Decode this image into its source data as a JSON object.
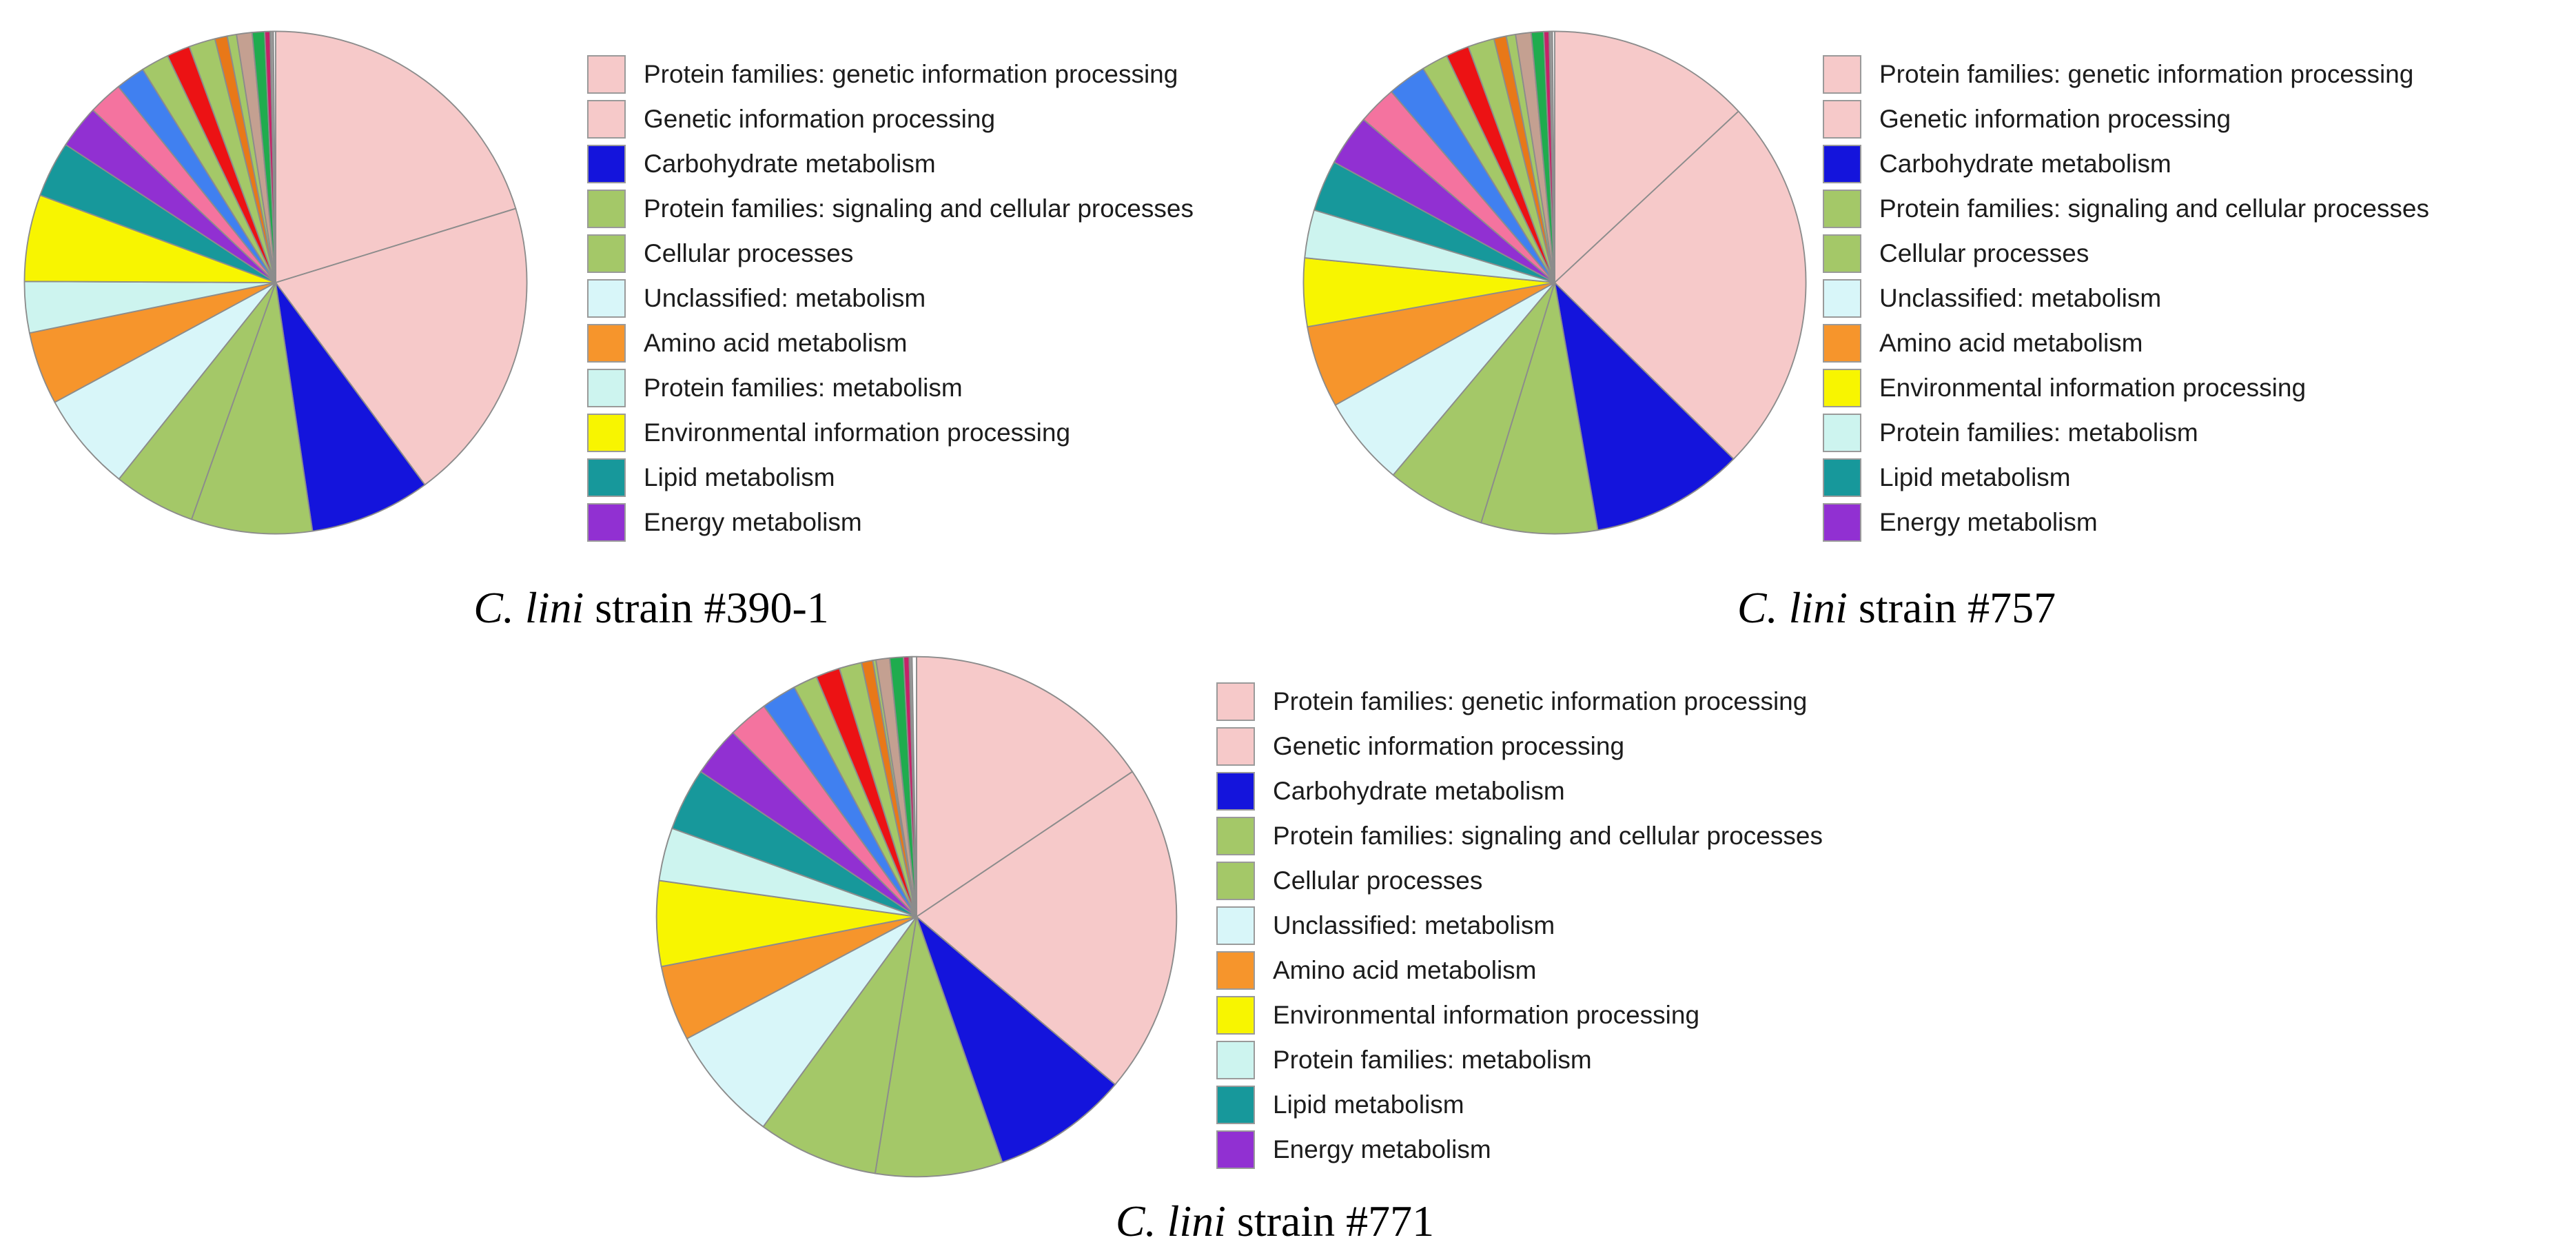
{
  "page": {
    "background": "#ffffff"
  },
  "chart_data": [
    {
      "type": "pie",
      "title_species": "C. lini",
      "title_rest": " strain #390-1",
      "legend_count": 11,
      "legend_position": "right",
      "start_angle_deg": 0,
      "direction": "clockwise",
      "slices": [
        {
          "label": "Protein families: genetic information processing",
          "color": "#F6C9C9",
          "value": 20.3
        },
        {
          "label": "Genetic information processing",
          "color": "#F6C9C9",
          "value": 19.7
        },
        {
          "label": "Carbohydrate metabolism",
          "color": "#1414DC",
          "value": 7.8
        },
        {
          "label": "Protein families: signaling and cellular processes",
          "color": "#A4C868",
          "value": 7.8
        },
        {
          "label": "Cellular processes",
          "color": "#A4C868",
          "value": 5.3
        },
        {
          "label": "Unclassified: metabolism",
          "color": "#D8F6F9",
          "value": 6.4
        },
        {
          "label": "Amino acid metabolism",
          "color": "#F6952C",
          "value": 4.7
        },
        {
          "label": "Protein families: metabolism",
          "color": "#CDF4EF",
          "value": 3.3
        },
        {
          "label": "Environmental information processing",
          "color": "#F8F500",
          "value": 5.6
        },
        {
          "label": "Lipid metabolism",
          "color": "#17989B",
          "value": 3.6
        },
        {
          "label": "Energy metabolism",
          "color": "#9130D2",
          "value": 2.8
        },
        {
          "label": "(unlabeled: hot pink)",
          "color": "#F4739F",
          "value": 2.2
        },
        {
          "label": "(unlabeled: cornflower blue)",
          "color": "#4080F0",
          "value": 1.9
        },
        {
          "label": "(unlabeled: yellow-green)",
          "color": "#A4C868",
          "value": 1.8
        },
        {
          "label": "(unlabeled: red)",
          "color": "#EC1214",
          "value": 1.5
        },
        {
          "label": "(unlabeled: yellow-green)",
          "color": "#A4C868",
          "value": 1.7
        },
        {
          "label": "(unlabeled: dark orange)",
          "color": "#E87818",
          "value": 0.8
        },
        {
          "label": "(unlabeled: yellow-green)",
          "color": "#A4C868",
          "value": 0.6
        },
        {
          "label": "(unlabeled: tan)",
          "color": "#C4A091",
          "value": 1.0
        },
        {
          "label": "(unlabeled: green)",
          "color": "#1FAC4E",
          "value": 0.8
        },
        {
          "label": "(unlabeled: magenta)",
          "color": "#C52368",
          "value": 0.35
        },
        {
          "label": "(unlabeled: gray)",
          "color": "#9A9A9A",
          "value": 0.2
        },
        {
          "label": "(unlabeled: white)",
          "color": "#FFFFFF",
          "value": 0.15
        }
      ]
    },
    {
      "type": "pie",
      "title_species": "C. lini",
      "title_rest": " strain #757",
      "legend_count": 11,
      "legend_position": "right",
      "start_angle_deg": 0,
      "direction": "clockwise",
      "slices": [
        {
          "label": "Protein families: genetic information processing",
          "color": "#F6C9C9",
          "value": 13.1
        },
        {
          "label": "Genetic information processing",
          "color": "#F6C9C9",
          "value": 24.4
        },
        {
          "label": "Carbohydrate metabolism",
          "color": "#1414DC",
          "value": 9.9
        },
        {
          "label": "Protein families: signaling and cellular processes",
          "color": "#A4C868",
          "value": 7.5
        },
        {
          "label": "Cellular processes",
          "color": "#A4C868",
          "value": 6.4
        },
        {
          "label": "Unclassified: metabolism",
          "color": "#D8F6F9",
          "value": 5.8
        },
        {
          "label": "Amino acid metabolism",
          "color": "#F6952C",
          "value": 5.3
        },
        {
          "label": "Environmental information processing",
          "color": "#F8F500",
          "value": 4.4
        },
        {
          "label": "Protein families: metabolism",
          "color": "#CDF4EF",
          "value": 3.1
        },
        {
          "label": "Lipid metabolism",
          "color": "#17989B",
          "value": 3.3
        },
        {
          "label": "Energy metabolism",
          "color": "#9130D2",
          "value": 3.3
        },
        {
          "label": "(unlabeled: hot pink)",
          "color": "#F4739F",
          "value": 2.5
        },
        {
          "label": "(unlabeled: cornflower blue)",
          "color": "#4080F0",
          "value": 2.5
        },
        {
          "label": "(unlabeled: yellow-green)",
          "color": "#A4C868",
          "value": 1.7
        },
        {
          "label": "(unlabeled: red)",
          "color": "#EC1214",
          "value": 1.5
        },
        {
          "label": "(unlabeled: yellow-green)",
          "color": "#A4C868",
          "value": 1.7
        },
        {
          "label": "(unlabeled: dark orange)",
          "color": "#E87818",
          "value": 0.8
        },
        {
          "label": "(unlabeled: yellow-green)",
          "color": "#A4C868",
          "value": 0.6
        },
        {
          "label": "(unlabeled: tan)",
          "color": "#C4A091",
          "value": 1.0
        },
        {
          "label": "(unlabeled: green)",
          "color": "#1FAC4E",
          "value": 0.8
        },
        {
          "label": "(unlabeled: magenta)",
          "color": "#C52368",
          "value": 0.35
        },
        {
          "label": "(unlabeled: gray)",
          "color": "#9A9A9A",
          "value": 0.2
        },
        {
          "label": "(unlabeled: white)",
          "color": "#FFFFFF",
          "value": 0.15
        }
      ]
    },
    {
      "type": "pie",
      "title_species": "C. lini",
      "title_rest": " strain #771",
      "legend_count": 11,
      "legend_position": "right",
      "start_angle_deg": 0,
      "direction": "clockwise",
      "slices": [
        {
          "label": "Protein families: genetic information processing",
          "color": "#F6C9C9",
          "value": 15.6
        },
        {
          "label": "Genetic information processing",
          "color": "#F6C9C9",
          "value": 20.6
        },
        {
          "label": "Carbohydrate metabolism",
          "color": "#1414DC",
          "value": 8.5
        },
        {
          "label": "Protein families: signaling and cellular processes",
          "color": "#A4C868",
          "value": 7.9
        },
        {
          "label": "Cellular processes",
          "color": "#A4C868",
          "value": 7.5
        },
        {
          "label": "Unclassified: metabolism",
          "color": "#D8F6F9",
          "value": 7.2
        },
        {
          "label": "Amino acid metabolism",
          "color": "#F6952C",
          "value": 4.7
        },
        {
          "label": "Environmental information processing",
          "color": "#F8F500",
          "value": 5.3
        },
        {
          "label": "Protein families: metabolism",
          "color": "#CDF4EF",
          "value": 3.3
        },
        {
          "label": "Lipid metabolism",
          "color": "#17989B",
          "value": 3.9
        },
        {
          "label": "Energy metabolism",
          "color": "#9130D2",
          "value": 3.1
        },
        {
          "label": "(unlabeled: hot pink)",
          "color": "#F4739F",
          "value": 2.5
        },
        {
          "label": "(unlabeled: cornflower blue)",
          "color": "#4080F0",
          "value": 2.2
        },
        {
          "label": "(unlabeled: yellow-green)",
          "color": "#A4C868",
          "value": 1.5
        },
        {
          "label": "(unlabeled: red)",
          "color": "#EC1214",
          "value": 1.5
        },
        {
          "label": "(unlabeled: yellow-green)",
          "color": "#A4C868",
          "value": 1.4
        },
        {
          "label": "(unlabeled: dark orange)",
          "color": "#E87818",
          "value": 0.7
        },
        {
          "label": "(unlabeled: yellow-green)",
          "color": "#A4C868",
          "value": 0.2
        },
        {
          "label": "(unlabeled: tan)",
          "color": "#C4A091",
          "value": 0.85
        },
        {
          "label": "(unlabeled: green)",
          "color": "#1FAC4E",
          "value": 0.85
        },
        {
          "label": "(unlabeled: magenta)",
          "color": "#C52368",
          "value": 0.35
        },
        {
          "label": "(unlabeled: gray)",
          "color": "#9A9A9A",
          "value": 0.17
        },
        {
          "label": "(unlabeled: white)",
          "color": "#FFFFFF",
          "value": 0.28
        }
      ]
    }
  ]
}
